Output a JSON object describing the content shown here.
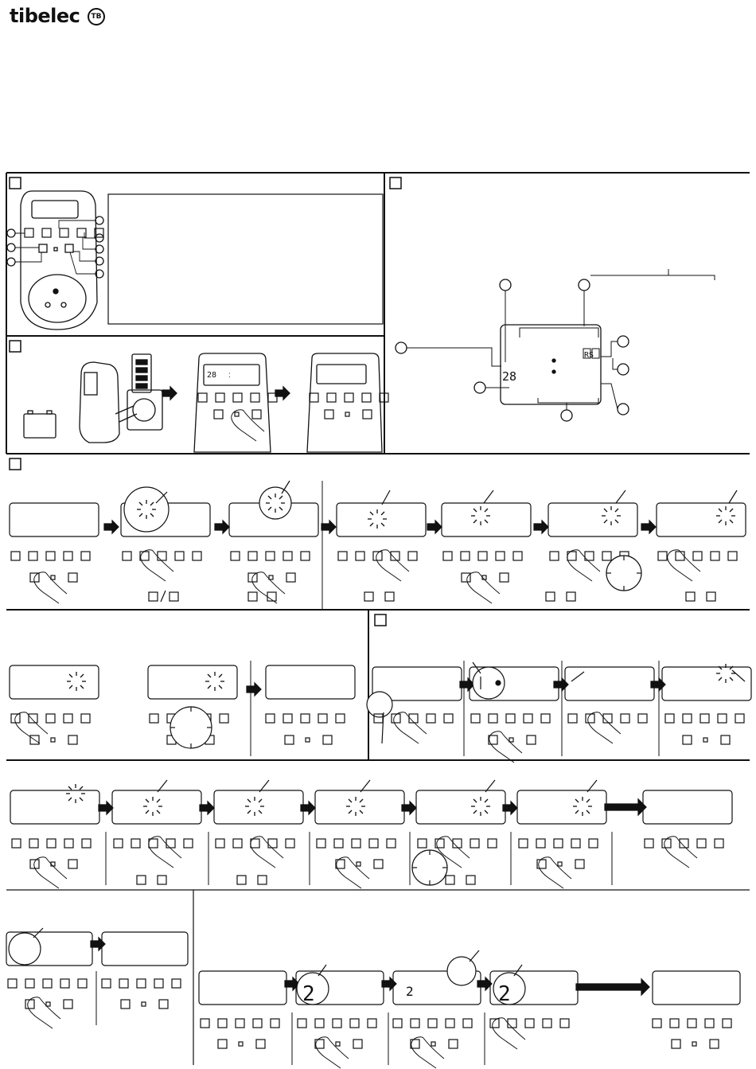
{
  "brand": {
    "name": "tibelec",
    "logo_mark": "TB"
  },
  "display": {
    "two_digits": "28",
    "colon": ":",
    "segment_flags": "RS",
    "program_digit": "2"
  },
  "icons": [
    "battery-icon",
    "wall-socket-icon",
    "finger-press-icon",
    "arrow-right-icon",
    "dial-icon",
    "blink-icon"
  ]
}
